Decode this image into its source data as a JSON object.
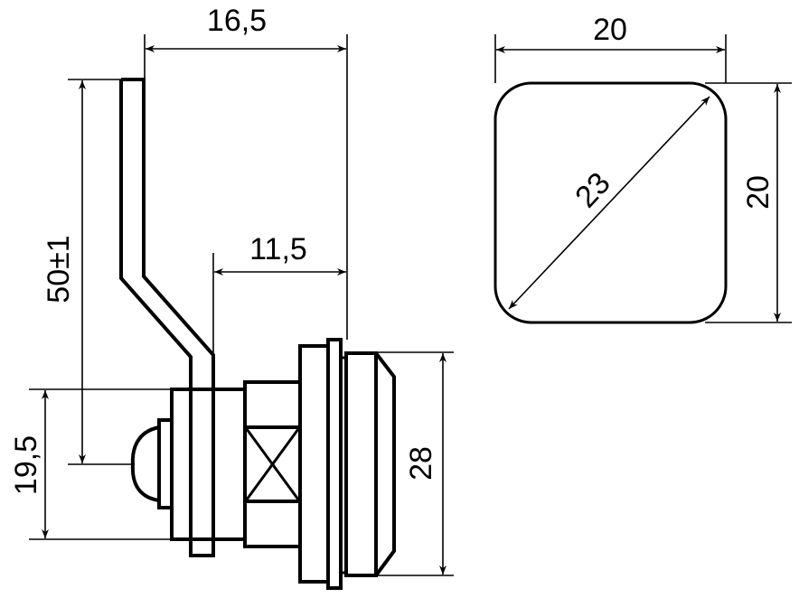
{
  "drawing": {
    "dimensions": {
      "lever_offset": "16,5",
      "lever_step": "11,5",
      "lever_length": "50±1",
      "body_height": "19,5",
      "head_diameter": "28",
      "square_width": "20",
      "square_height": "20",
      "square_diagonal": "23"
    },
    "colors": {
      "line": "#000000",
      "background": "#ffffff"
    }
  }
}
